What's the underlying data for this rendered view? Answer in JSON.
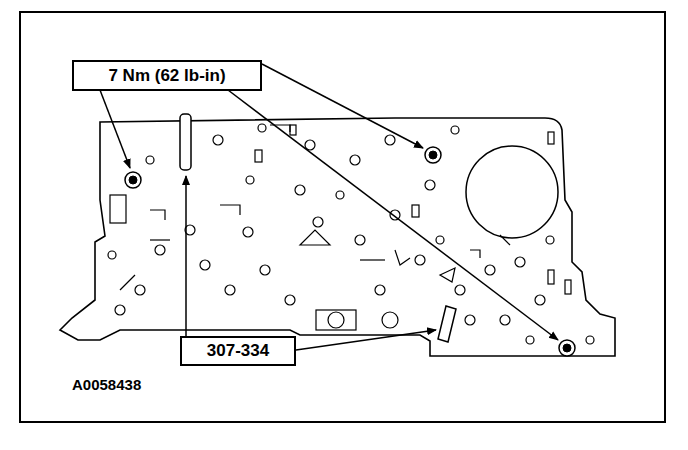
{
  "diagram": {
    "nodes": [
      {
        "text": [
          "7 Nm (62 lb-in)"
        ]
      },
      {
        "text": [
          "307-334"
        ]
      }
    ],
    "labels": [
      "A0058438"
    ]
  }
}
